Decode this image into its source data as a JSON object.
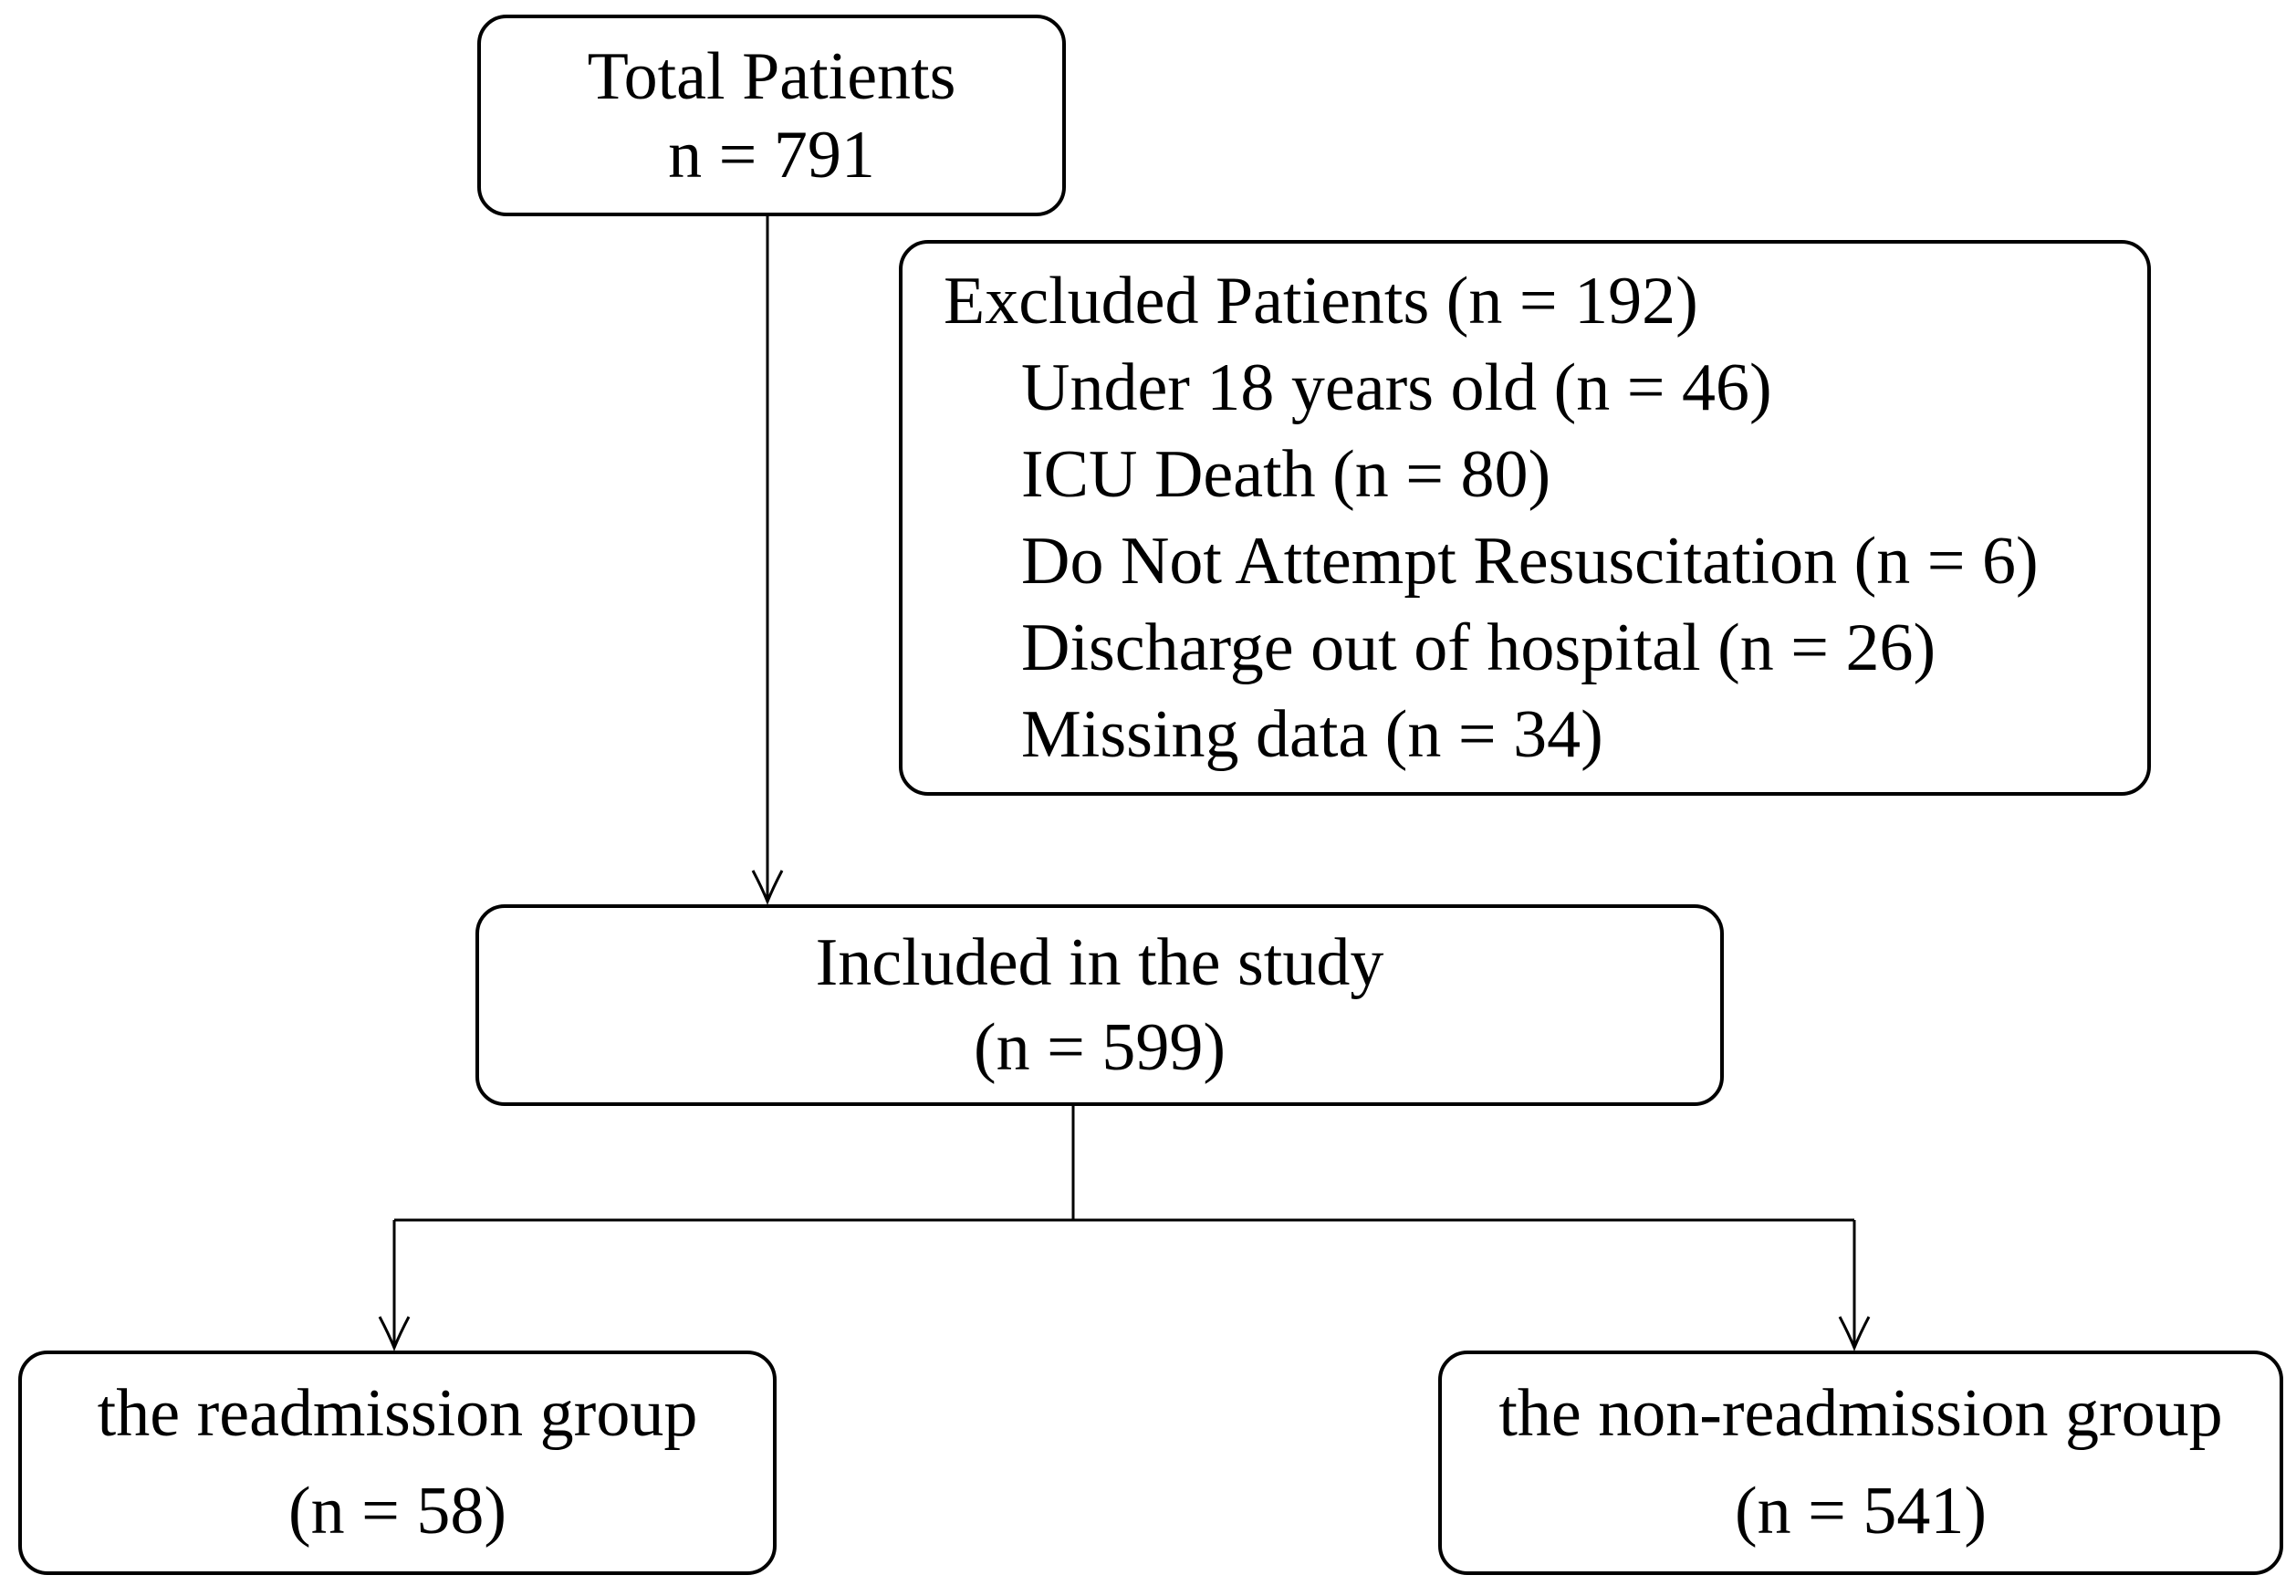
{
  "boxes": {
    "total": {
      "lines": [
        "Total Patients",
        "n = 791"
      ]
    },
    "excluded": {
      "title": "Excluded Patients (n = 192)",
      "items": [
        "Under 18 years old (n = 46)",
        "ICU Death (n = 80)",
        "Do Not Attempt Resuscitation (n = 6)",
        "Discharge out of hospital (n = 26)",
        "Missing data (n = 34)"
      ]
    },
    "included": {
      "lines": [
        "Included in the study",
        "(n = 599)"
      ]
    },
    "readmission": {
      "lines": [
        "the readmission group",
        "(n = 58)"
      ]
    },
    "non_readmission": {
      "lines": [
        "the non-readmission group",
        "(n = 541)"
      ]
    }
  },
  "colors": {
    "box_border": "#000000",
    "connector_line": "#000000",
    "text": "#000000",
    "background": "#ffffff"
  }
}
